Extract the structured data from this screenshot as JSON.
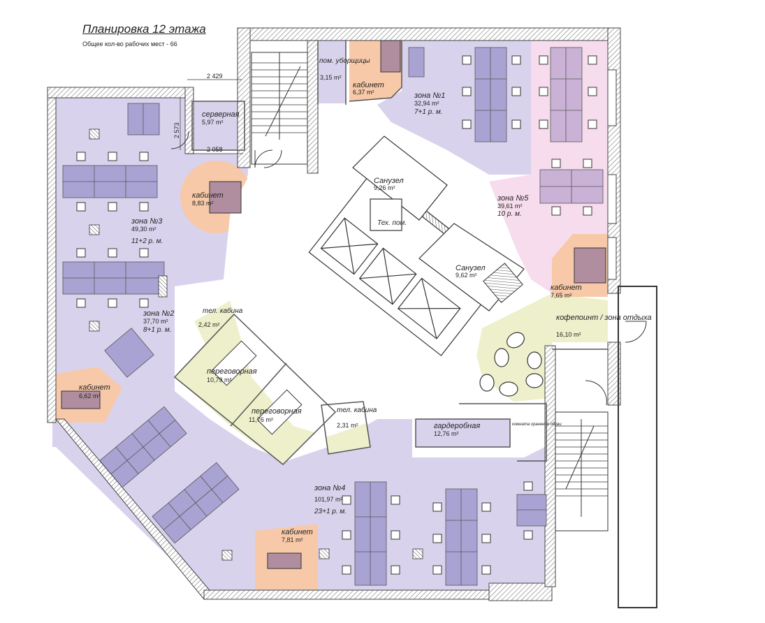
{
  "header": {
    "title": "Планировка 12 этажа",
    "subtitle": "Общее кол-во рабочих мест - 66"
  },
  "dimensions": [
    "2 429",
    "2 573",
    "2 058"
  ],
  "colors": {
    "zone_purple": "#d9d2ec",
    "zone_pink": "#f6dcec",
    "zone_orange": "#f7c9a8",
    "zone_yellow": "#eef0cc",
    "desk_fill": "#a9a3d4",
    "desk_fill_dark": "#8f88c4",
    "office_desk": "#b08ea0",
    "wall": "#6b6b6b"
  },
  "rooms": {
    "cleaning": {
      "name": "пом. уборщицы",
      "area": "3,15 m²"
    },
    "office_top": {
      "name": "кабинет",
      "area": "6,37 m²"
    },
    "zone1": {
      "name": "зона №1",
      "area": "32,94 m²",
      "seats": "7+1 р. м."
    },
    "server": {
      "name": "серверная",
      "area": "5,97 m²"
    },
    "office_left": {
      "name": "кабинет",
      "area": "8,83 m²"
    },
    "wc1": {
      "name": "Санузел",
      "area": "9,26 m²"
    },
    "tech": {
      "name": "Тех. пом."
    },
    "zone5": {
      "name": "зона №5",
      "area": "39,61 m²",
      "seats": "10 р. м."
    },
    "zone3": {
      "name": "зона №3",
      "area": "49,30 m²",
      "seats": "11+2 р. м."
    },
    "wc2": {
      "name": "Санузел",
      "area": "9,62 m²"
    },
    "office_right": {
      "name": "кабинет",
      "area": "7,65 m²"
    },
    "zone2": {
      "name": "зона №2",
      "area": "37,70 m²",
      "seats": "8+1 р. м."
    },
    "phone1": {
      "name": "тел. кабина",
      "area": "2,42 m²"
    },
    "coffee": {
      "name": "кофепоинт / зона отдыха",
      "area": "16,10 m²"
    },
    "meeting1": {
      "name": "переговорная",
      "area": "10,79 m²"
    },
    "office_wleft": {
      "name": "кабинет",
      "area": "6,62 m²"
    },
    "meeting2": {
      "name": "переговорная",
      "area": "11,76 m²"
    },
    "phone2": {
      "name": "тел. кабина",
      "area": "2,31 m²"
    },
    "wardrobe": {
      "name": "гардеробная",
      "area": "12,76 m²"
    },
    "shoes": {
      "name": "комната хранения обуви"
    },
    "zone4": {
      "name": "зона №4",
      "area": "101,97 m²",
      "seats": "23+1 р. м."
    },
    "office_bottom": {
      "name": "кабинет",
      "area": "7,81 m²"
    }
  }
}
